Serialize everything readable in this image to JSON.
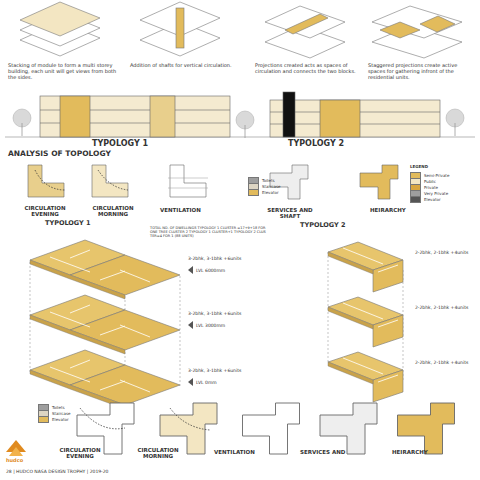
{
  "diagram": {
    "labels": [
      "Stacking of module to form a multi storey building, each unit will get views from both the sides.",
      "Addition of shafts for vertical circulation.",
      "Projections created acts as spaces of circulation and connects the two blocks.",
      "Staggered projections create active spaces for gathering infront of the residential units.",
      "TYPOLOGY 1",
      "TYPOLOGY 2",
      "ANALYSIS OF TOPOLOGY",
      "CIRCULATION EVENING",
      "CIRCULATION MORNING",
      "VENTILATION",
      "SERVICES AND SHAFT",
      "HEIRARCHY",
      "TYPOLOGY 1",
      "TYPOLOGY 2",
      "LEGEND",
      "TOTAL NO. OF DWELLINGS TYPOLOGY 1 CLUSTER =17+9+18 FOR ONE TREE CLUSTER 2 TYPOLOGY 1 CLUSTER+1 TYPOLOGY 2 CLUS TER=4 FOR 1 (88 UNITS)",
      "3-2bhk, 3-1bhk +6units",
      "LVL 6000mm",
      "3-2bhk, 3-1bhk +6units",
      "LVL 3000mm",
      "3-2bhk, 3-1bhk +6units",
      "LVL 0mm",
      "2-2bhk, 2-1bhk +4units",
      "2-2bhk, 2-1bhk +4units",
      "2-2bhk, 2-1bhk +4units",
      "CIRCULATION EVENING",
      "CIRCULATION MORNING",
      "VENTILATION",
      "SERVICES AND",
      "HEIRARCHY",
      "hudco",
      "28 | HUDCO NASA DESIGN TROPHY | 2019-20"
    ],
    "legend": [
      {
        "text": "Semi-Private",
        "color": "#e2bb5c"
      },
      {
        "text": "Public",
        "color": "#f3e6c2"
      },
      {
        "text": "Private",
        "color": "#d9a640"
      },
      {
        "text": "Very Private",
        "color": "#9e9e9e"
      },
      {
        "text": "Elevator",
        "color": "#555555"
      },
      {
        "text": "Toilets",
        "color": "#9e9e9e"
      },
      {
        "text": "Staircase",
        "color": "#ddd5c3"
      },
      {
        "text": "Elevator",
        "color": "#e2bb5c"
      },
      {
        "text": "Toilets",
        "color": "#9e9e9e"
      },
      {
        "text": "Staircase",
        "color": "#ddd5c3"
      },
      {
        "text": "Elevator",
        "color": "#e2bb5c"
      }
    ]
  }
}
